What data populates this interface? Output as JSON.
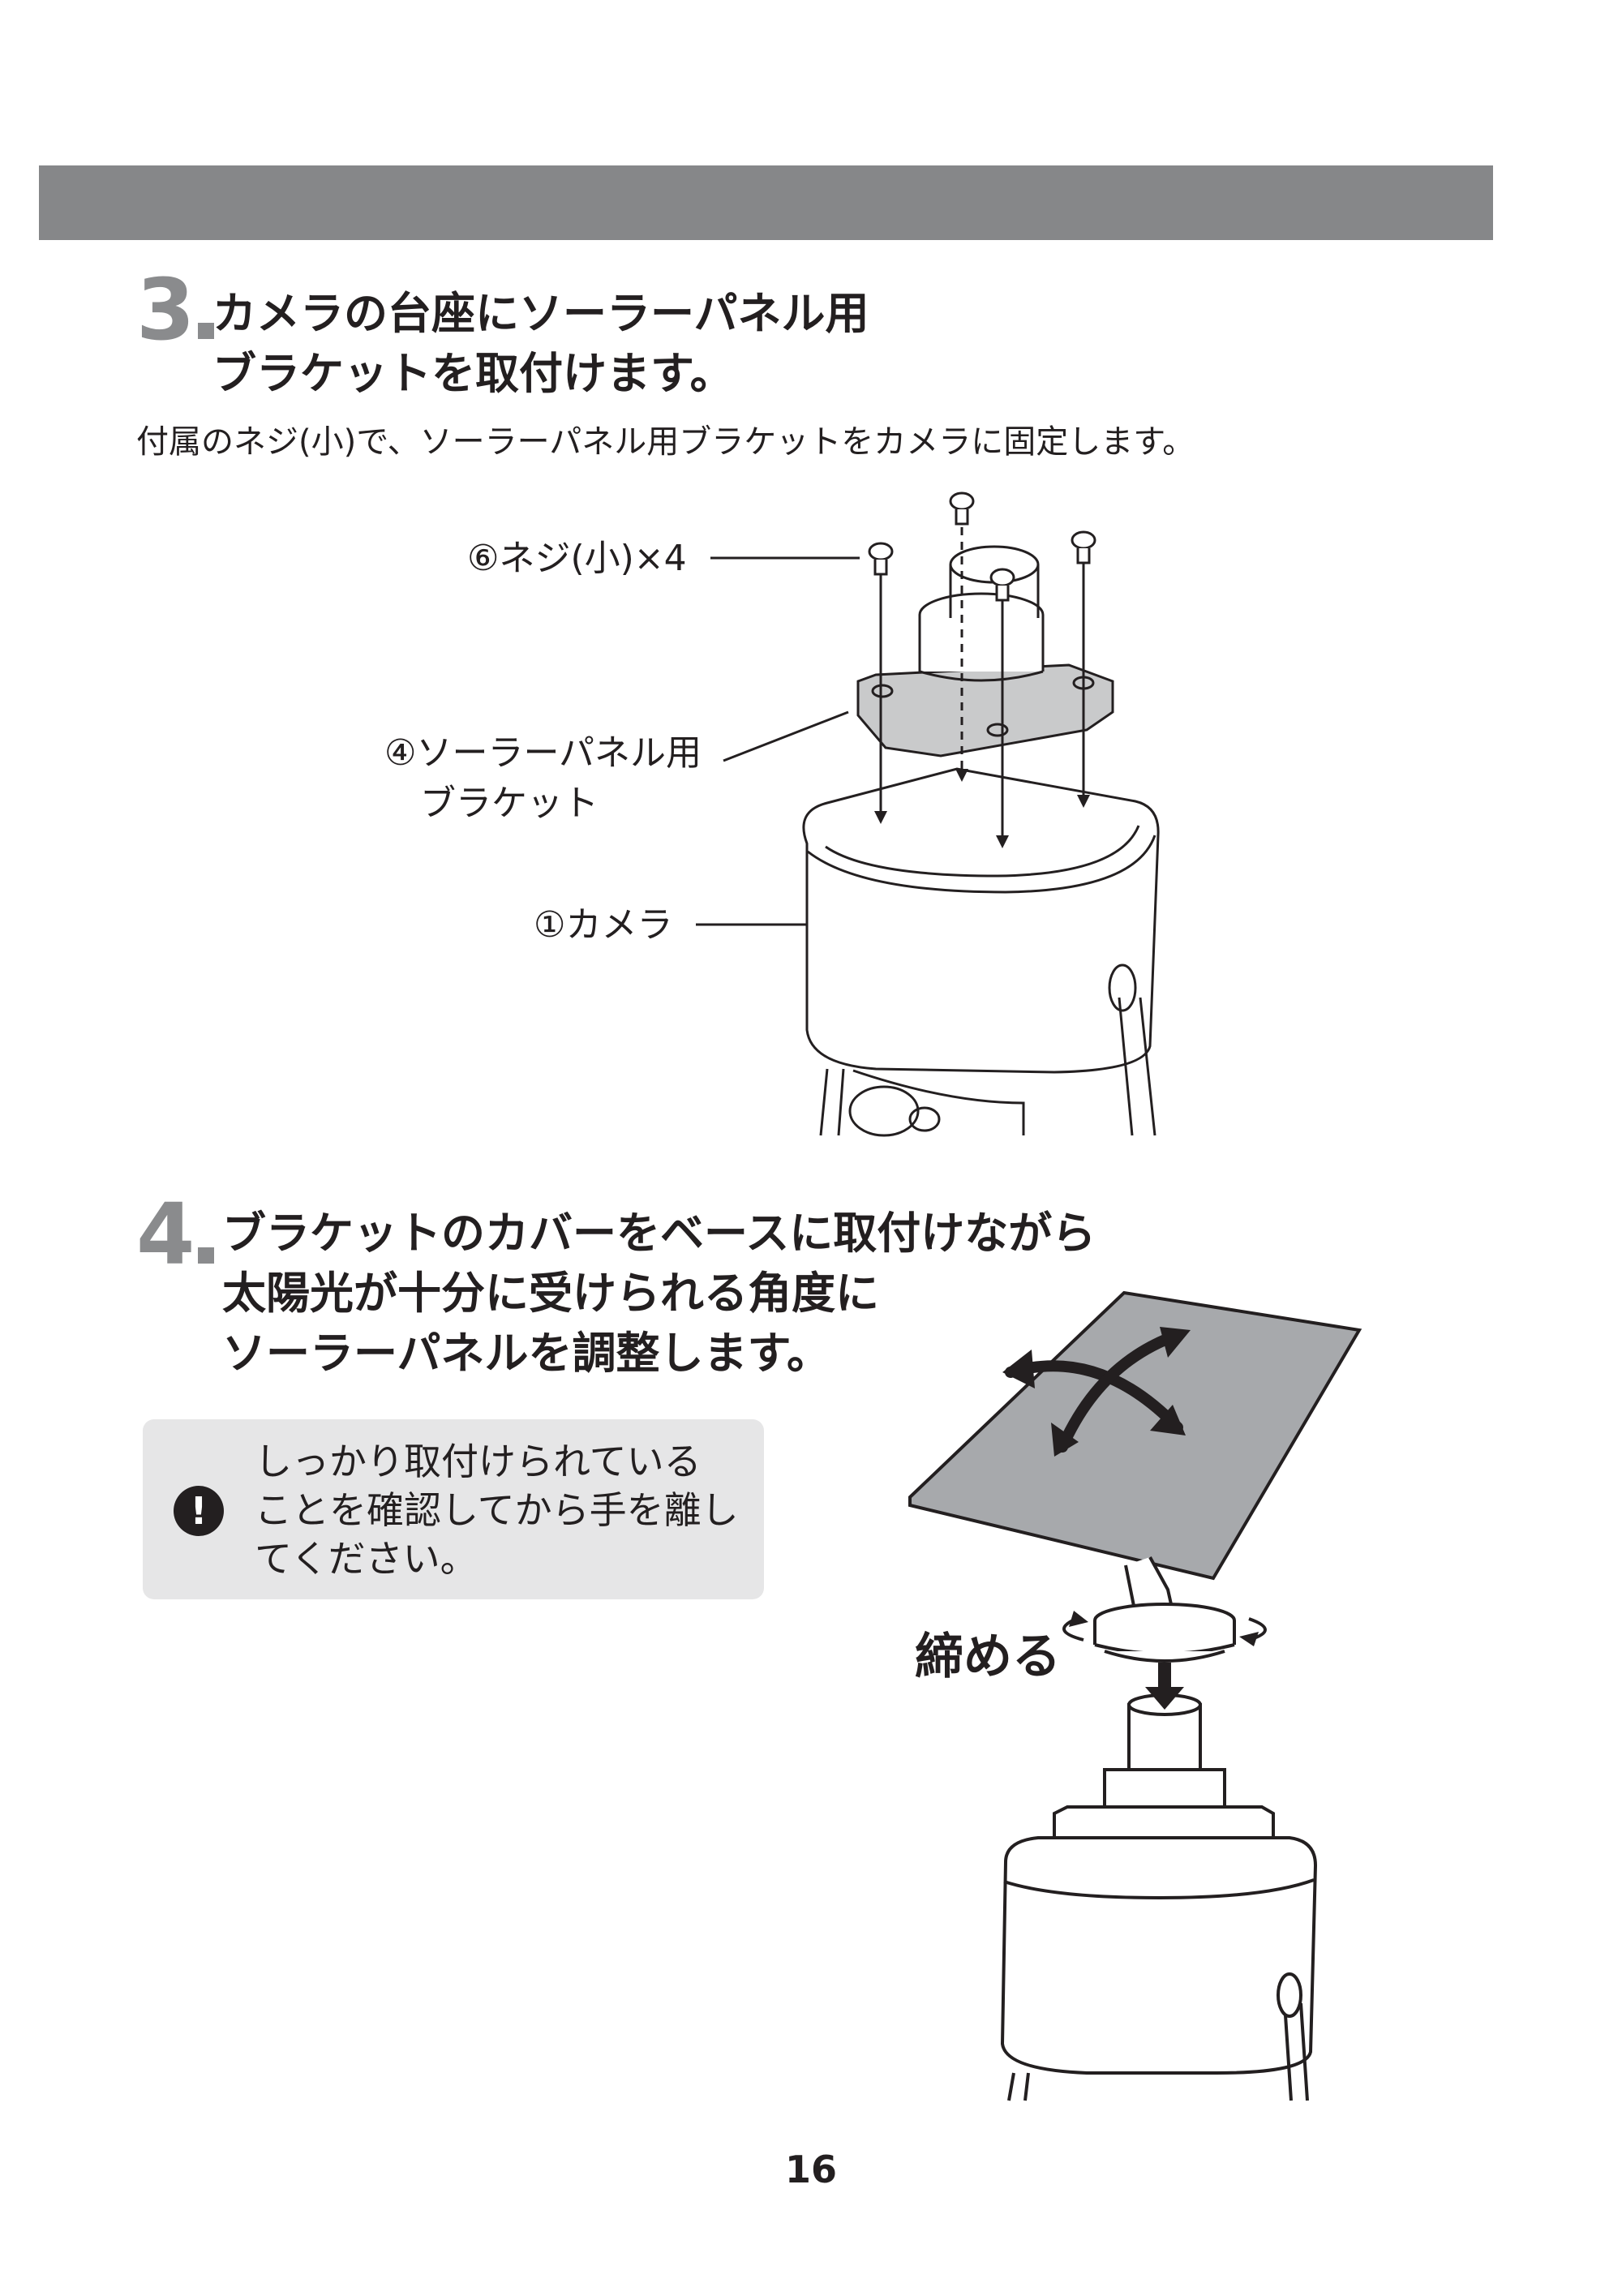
{
  "step3": {
    "number": "3",
    "title_lines": [
      "カメラの台座にソーラーパネル用",
      "ブラケットを取付けます。"
    ],
    "description": "付属のネジ(小)で、ソーラーパネル用ブラケットをカメラに固定します。",
    "labels": {
      "screws": "⑥ネジ(小)×4",
      "bracket_lines": [
        "④ソーラーパネル用",
        "ブラケット"
      ],
      "camera": "①カメラ"
    }
  },
  "step4": {
    "number": "4",
    "title_lines": [
      "ブラケットのカバーをベースに取付けながら",
      "太陽光が十分に受けられる角度に",
      "ソーラーパネルを調整します。"
    ],
    "note": {
      "icon": "exclamation-icon",
      "lines": [
        "しっかり取付けられている",
        "ことを確認してから手を離し",
        "てください。"
      ]
    },
    "tighten_label": "締める"
  },
  "page_number": "16",
  "colors": {
    "header_bar": "#868789",
    "step_number": "#8a8b8d",
    "note_bg": "#e6e6e7",
    "bracket_fill": "#c9cacb",
    "panel_fill": "#a7a9ac"
  }
}
